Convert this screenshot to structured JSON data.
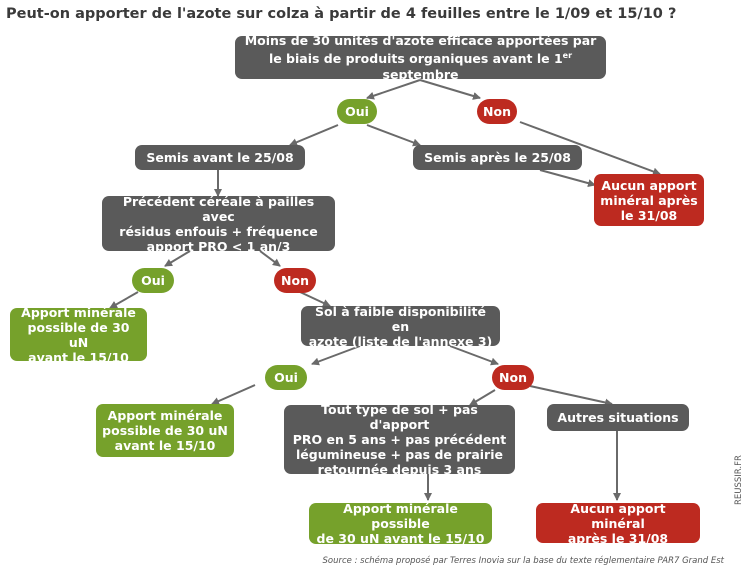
{
  "title": "Peut-on apporter de l'azote sur colza à partir de 4 feuilles entre le 1/09 et 15/10 ?",
  "nodes": {
    "root": [
      "Moins de 30 unités d'azote efficace apportées par",
      "le biais de produits organiques avant le 1er septembre"
    ],
    "oui1": "Oui",
    "non1": "Non",
    "semis_avant": "Semis avant le 25/08",
    "semis_apres": "Semis après le 25/08",
    "aucun1": [
      "Aucun apport",
      "minéral après",
      "le 31/08"
    ],
    "precedent": [
      "Précédent céréale à pailles avec",
      "résidus enfouis + fréquence",
      "apport PRO < 1 an/3"
    ],
    "oui2": "Oui",
    "non2": "Non",
    "apport1": [
      "Apport minérale",
      "possible de 30 uN",
      "avant le 15/10"
    ],
    "sol": [
      "Sol à faible disponibilité en",
      "azote (liste de l'annexe 3)"
    ],
    "oui3": "Oui",
    "non3": "Non",
    "apport2": [
      "Apport minérale",
      "possible de 30 uN",
      "avant le 15/10"
    ],
    "tout_type": [
      "Tout type de sol + pas d'apport",
      "PRO en 5 ans + pas précédent",
      "légumineuse + pas de prairie",
      "retournée depuis 3 ans"
    ],
    "autres": "Autres situations",
    "apport3": [
      "Apport minérale possible",
      "de 30 uN avant le 15/10"
    ],
    "aucun2": [
      "Aucun apport minéral",
      "après le 31/08"
    ]
  },
  "source": "Source :  schéma proposé par Terres Inovia sur la base du texte réglementaire PAR7 Grand Est",
  "watermark": "REUSSIR.FR",
  "colors": {
    "gray": "#5a5a5a",
    "green": "#76a12b",
    "red": "#bd2a20",
    "arrow": "#6a6a6a"
  }
}
